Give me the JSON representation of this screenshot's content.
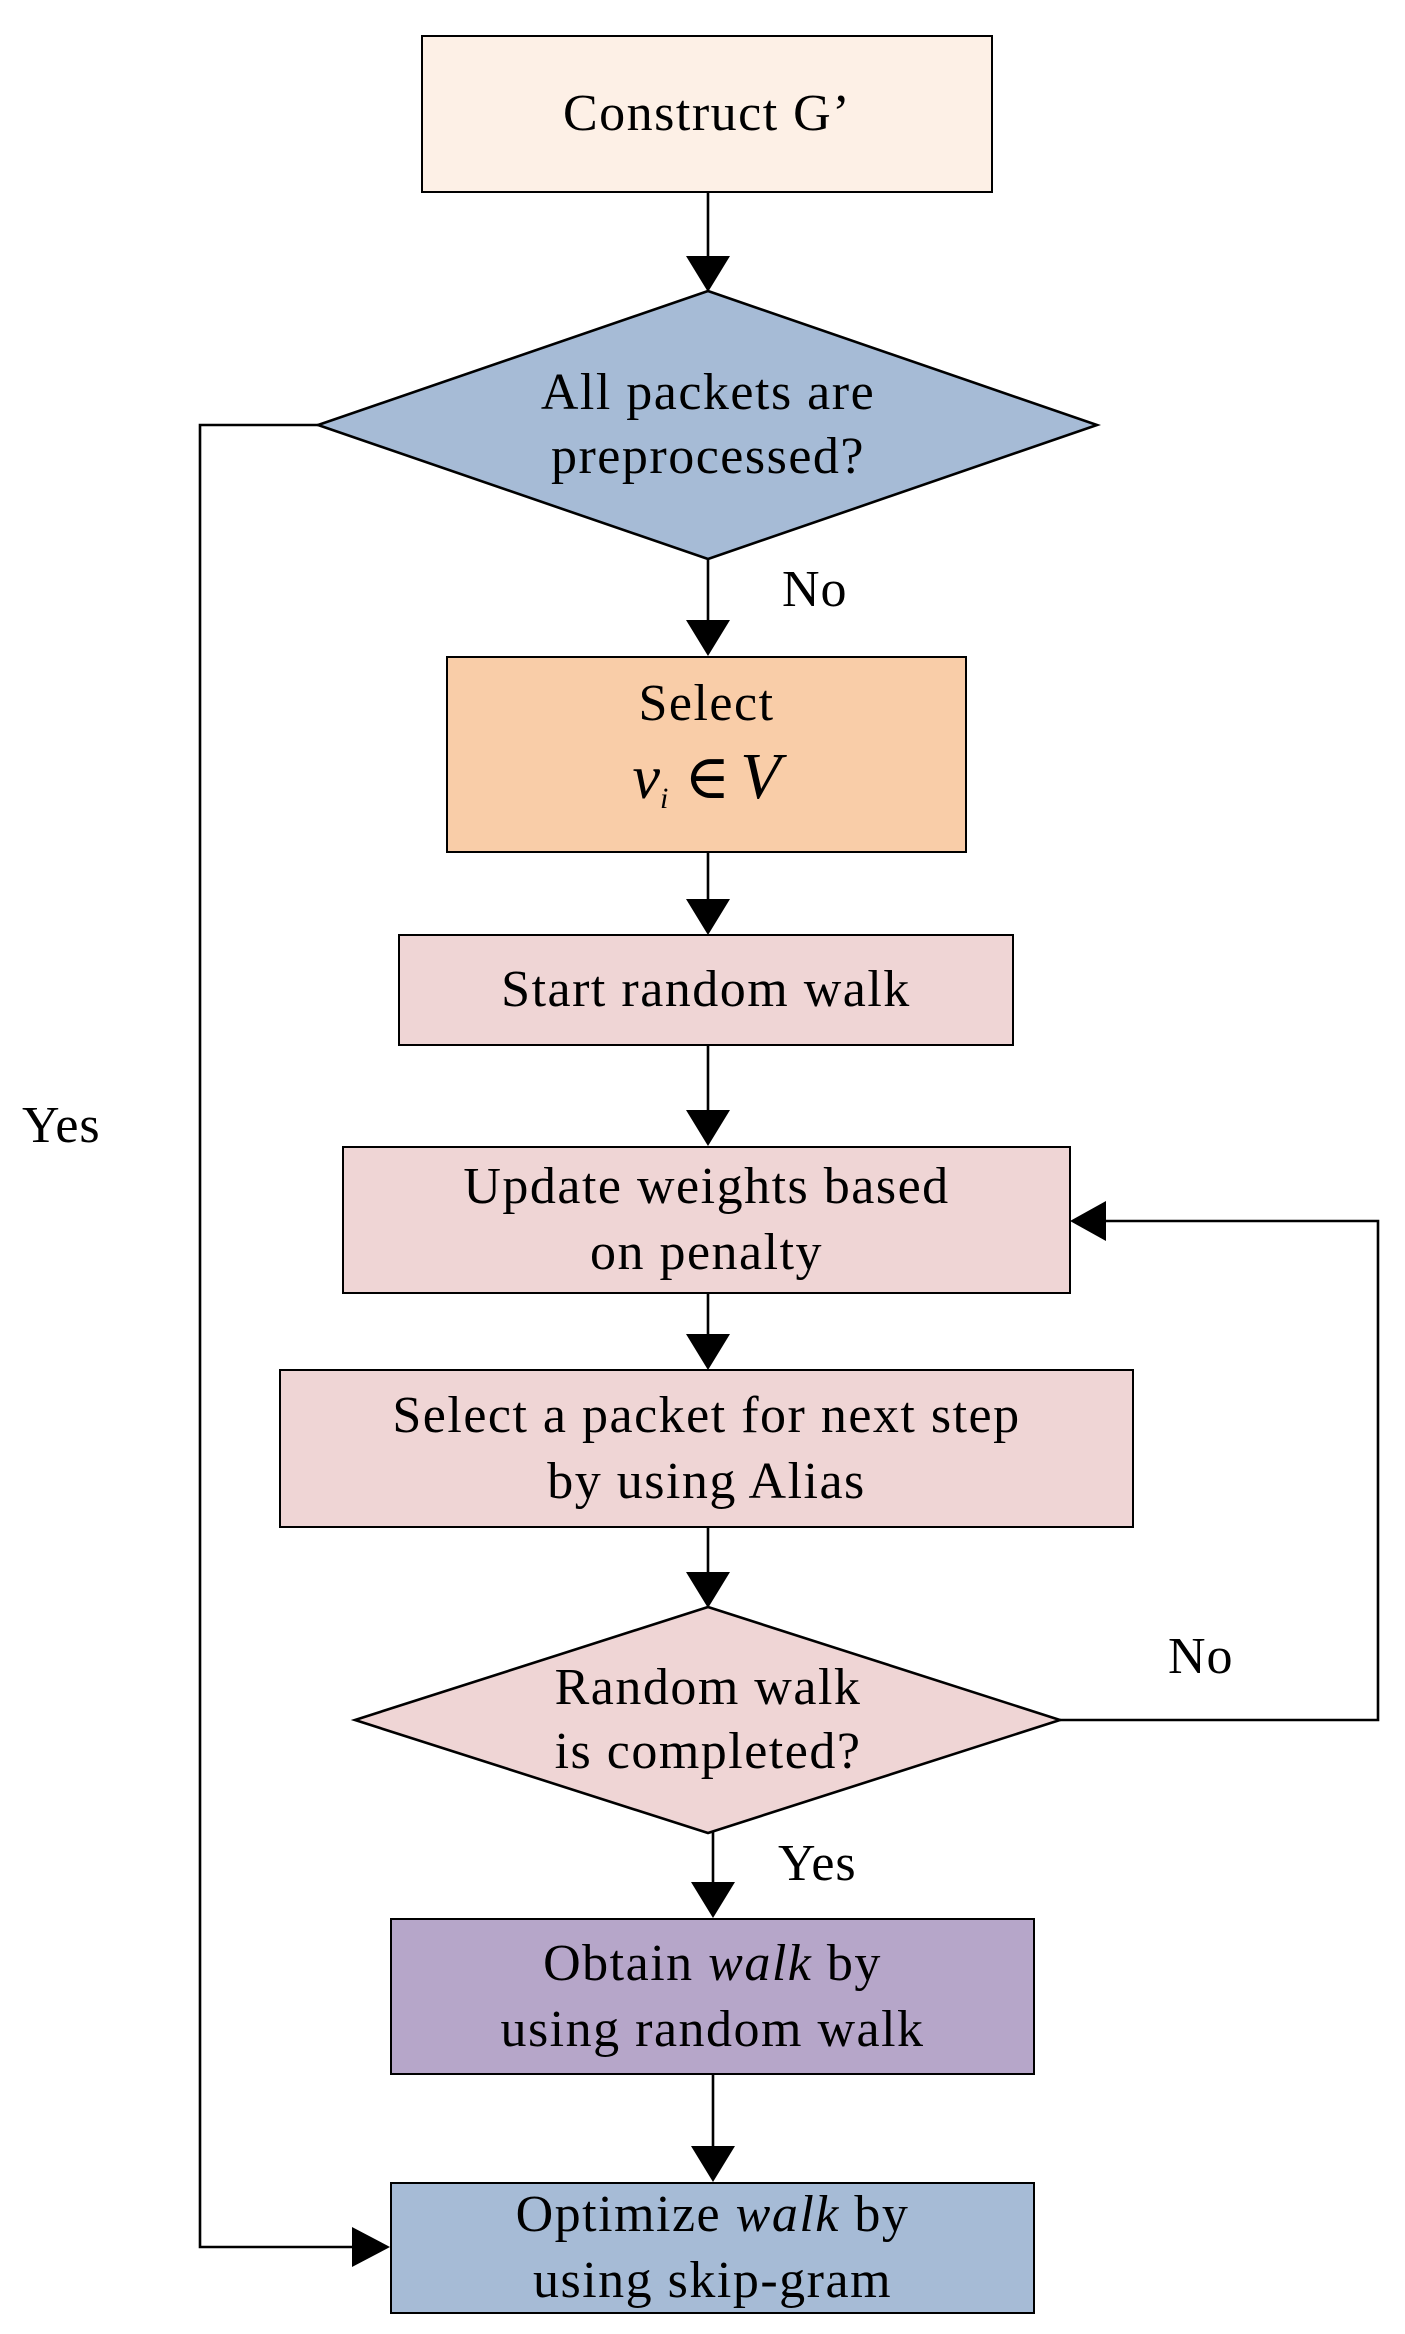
{
  "colors": {
    "construct_fill": "#fdf0e6",
    "blue_fill": "#a6bbd6",
    "select_fill": "#f9cda8",
    "pink_fill": "#efd5d5",
    "purple_fill": "#b6a6c9",
    "stroke": "#000000"
  },
  "nodes": {
    "construct": {
      "label": "Construct G’"
    },
    "all_packets": {
      "line1": "All packets are",
      "line2": "preprocessed?"
    },
    "select_vertex": {
      "line1": "Select",
      "var": "v",
      "sub": "i",
      "elem": "∈",
      "set": "V"
    },
    "start_walk": {
      "label": "Start random walk"
    },
    "update_weights": {
      "line1": "Update weights based",
      "line2": "on penalty"
    },
    "select_packet": {
      "line1": "Select a packet for next step",
      "line2": "by using Alias"
    },
    "walk_completed": {
      "line1": "Random walk",
      "line2": "is completed?"
    },
    "obtain_walk": {
      "pre": "Obtain ",
      "em": "walk",
      "post": " by",
      "line2": "using random walk"
    },
    "optimize_walk": {
      "pre": "Optimize ",
      "em": "walk",
      "post": " by",
      "line2": "using skip-gram"
    }
  },
  "edge_labels": {
    "preprocessed_no": "No",
    "preprocessed_yes": "Yes",
    "completed_no": "No",
    "completed_yes": "Yes"
  }
}
